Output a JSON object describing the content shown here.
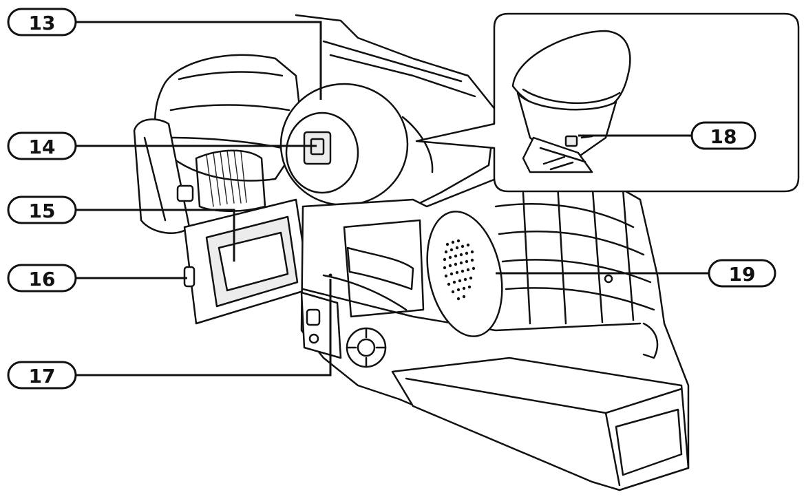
{
  "callouts": [
    {
      "id": "13",
      "label": "13"
    },
    {
      "id": "14",
      "label": "14"
    },
    {
      "id": "15",
      "label": "15"
    },
    {
      "id": "16",
      "label": "16"
    },
    {
      "id": "17",
      "label": "17"
    },
    {
      "id": "18",
      "label": "18"
    },
    {
      "id": "19",
      "label": "19"
    }
  ]
}
